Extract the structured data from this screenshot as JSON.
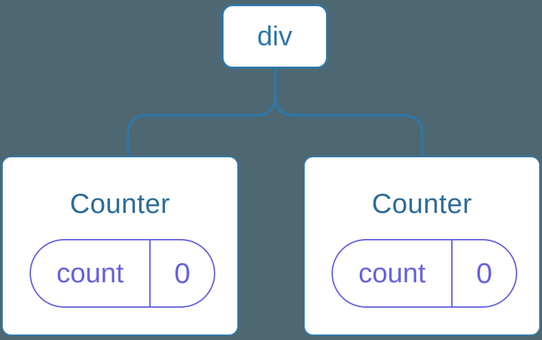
{
  "colors": {
    "background": "#4d6873",
    "line": "#3077a8",
    "node_fill": "#ffffff",
    "root_text": "#2e77a8",
    "title_text": "#2b6b99",
    "state_accent": "#6661e0"
  },
  "tree": {
    "root": {
      "label": "div"
    },
    "children": [
      {
        "title": "Counter",
        "state": {
          "key": "count",
          "value": "0"
        }
      },
      {
        "title": "Counter",
        "state": {
          "key": "count",
          "value": "0"
        }
      }
    ]
  }
}
